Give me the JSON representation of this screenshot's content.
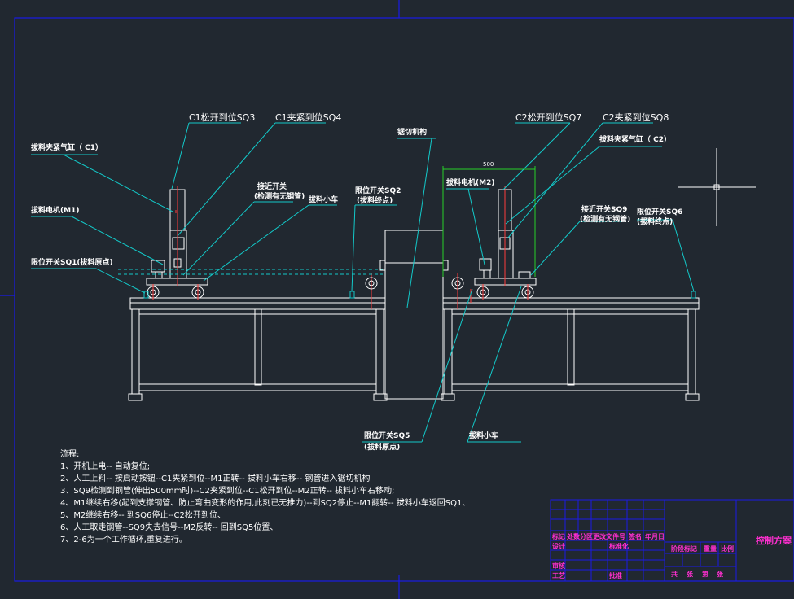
{
  "labels": {
    "c1_open": "C1松开到位SQ3",
    "c1_clamp": "C1夹紧到位SQ4",
    "c2_open": "C2松开到位SQ7",
    "c2_clamp": "C2夹紧到位SQ8",
    "cyl_c1": "拔料夹紧气缸（ C1）",
    "cyl_c2": "拔料夹紧气缸（ C2）",
    "motor_m1": "拔料电机(M1)",
    "motor_m2": "拔料电机(M2)",
    "prox_sw": "接近开关",
    "prox_sw_note": "(检测有无钢管)",
    "prox_sq9": "接近开关SQ9",
    "prox_sq9_note": "(检测有无钢管)",
    "cart_left": "拔料小车",
    "cart_right": "拔料小车",
    "saw": "锯切机构",
    "limit_sq1": "限位开关SQ1(拔料原点)",
    "limit_sq2": "限位开关SQ2",
    "limit_sq2_note": "(拔料终点)",
    "limit_sq5": "限位开关SQ5",
    "limit_sq5_note": "(拔料原点)",
    "limit_sq6": "限位开关SQ6",
    "limit_sq6_note": "(拔料终点)",
    "dim_500": "500"
  },
  "notes": {
    "title": "流程:",
    "lines": [
      "1、开机上电-- 自动复位;",
      "2、人工上料-- 按启动按钮--C1夹紧到位--M1正转-- 拔料小车右移-- 钢管进入锯切机构",
      "3、SQ9检测到钢管(伸出500mm时)--C2夹紧到位--C1松开到位--M2正转-- 拔料小车右移动;",
      "4、M1继续右移(起到支撑钢管、防止弯曲变形的作用,此刻已无推力)--到SQ2停止--M1翻转-- 拔料小车返回SQ1、",
      "5、M2继续右移-- 到SQ6停止--C2松开到位、",
      "6、人工取走钢管--SQ9失去信号--M2反转-- 回到SQ5位置、",
      "7、2-6为一个工作循环,重复进行。"
    ]
  },
  "title_block": {
    "row1": [
      "标记",
      "处数",
      "分区",
      "更改文件号",
      "签名",
      "年月日"
    ],
    "design": "设计",
    "standard": "标准化",
    "stage": "阶段标记",
    "weight": "重量",
    "scale": "比例",
    "review": "审核",
    "process": "工艺",
    "approve": "批准",
    "sheets": [
      "共",
      "张",
      "第",
      "张"
    ],
    "title": "控制方案"
  },
  "colors": {
    "background": "#212830",
    "structure": "#ffffff",
    "leader": "#13c9c9",
    "dimension": "#27d127",
    "center_red": "#ff3b3b",
    "border": "#1a1ae6",
    "title_text": "#ff2fd0"
  }
}
